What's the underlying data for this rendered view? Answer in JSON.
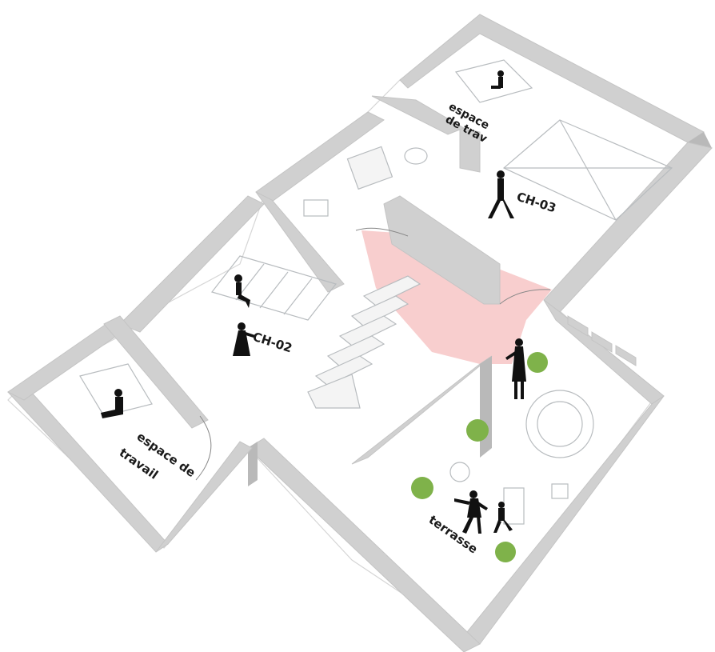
{
  "labels": {
    "espace_top": "espace",
    "espace_top_2": "de trav",
    "ch03": "CH-03",
    "ch02": "CH-02",
    "espace_travail": "espace de",
    "espace_travail_2": "travail",
    "terrasse": "terrasse"
  },
  "colors": {
    "wall": "#d0d0d0",
    "wall_shadow": "#b9b9b9",
    "floor": "#ffffff",
    "circulation": "#f7c9c9",
    "plant": "#7fb24a",
    "person": "#111111"
  }
}
